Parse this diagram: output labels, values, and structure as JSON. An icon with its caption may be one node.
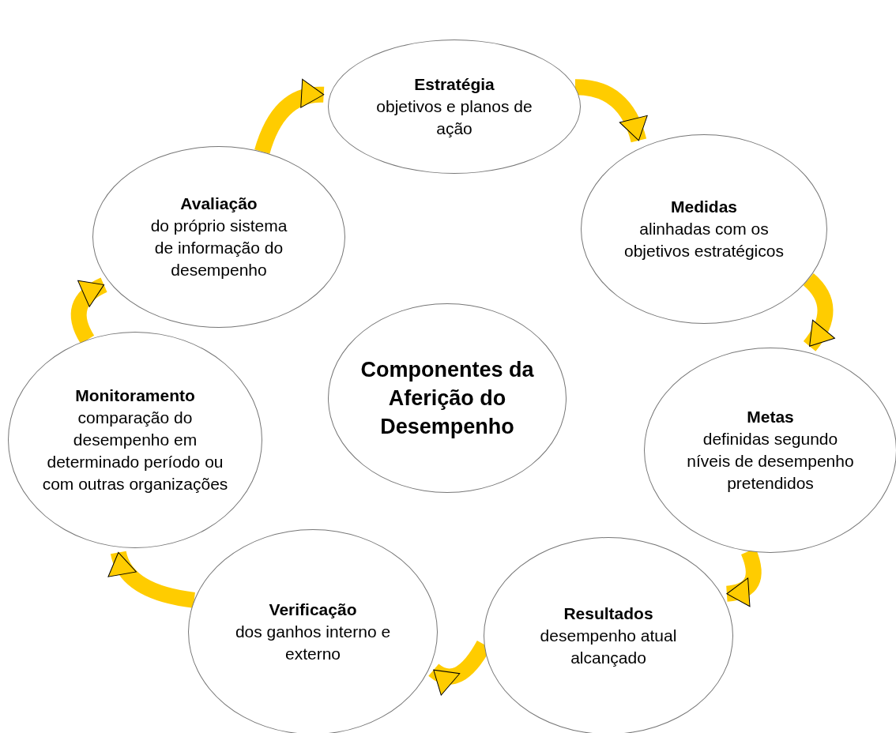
{
  "diagram": {
    "nodes": [
      {
        "text": [
          "Estratégia",
          "objetivos e planos de ação"
        ]
      },
      {
        "text": [
          "Medidas",
          "alinhadas com os objetivos estratégicos"
        ]
      },
      {
        "text": [
          "Metas",
          "definidas segundo níveis de desempenho pretendidos"
        ]
      },
      {
        "text": [
          "Resultados",
          "desempenho atual alcançado"
        ]
      },
      {
        "text": [
          "Verificação",
          "dos ganhos interno e externo"
        ]
      },
      {
        "text": [
          "Monitoramento",
          "comparação do desempenho em determinado período ou com outras organizações"
        ]
      },
      {
        "text": [
          "Avaliação",
          "do próprio sistema de informação do desempenho"
        ]
      },
      {
        "text": [
          "Componentes da Aferição do Desempenho"
        ]
      }
    ],
    "edges": [
      {
        "from": 0,
        "to": 1,
        "arrow": "to"
      },
      {
        "from": 1,
        "to": 2,
        "arrow": "to"
      },
      {
        "from": 2,
        "to": 3,
        "arrow": "to"
      },
      {
        "from": 3,
        "to": 4,
        "arrow": "to"
      },
      {
        "from": 4,
        "to": 5,
        "arrow": "to"
      },
      {
        "from": 5,
        "to": 6,
        "arrow": "to"
      },
      {
        "from": 6,
        "to": 0,
        "arrow": "to"
      }
    ]
  }
}
